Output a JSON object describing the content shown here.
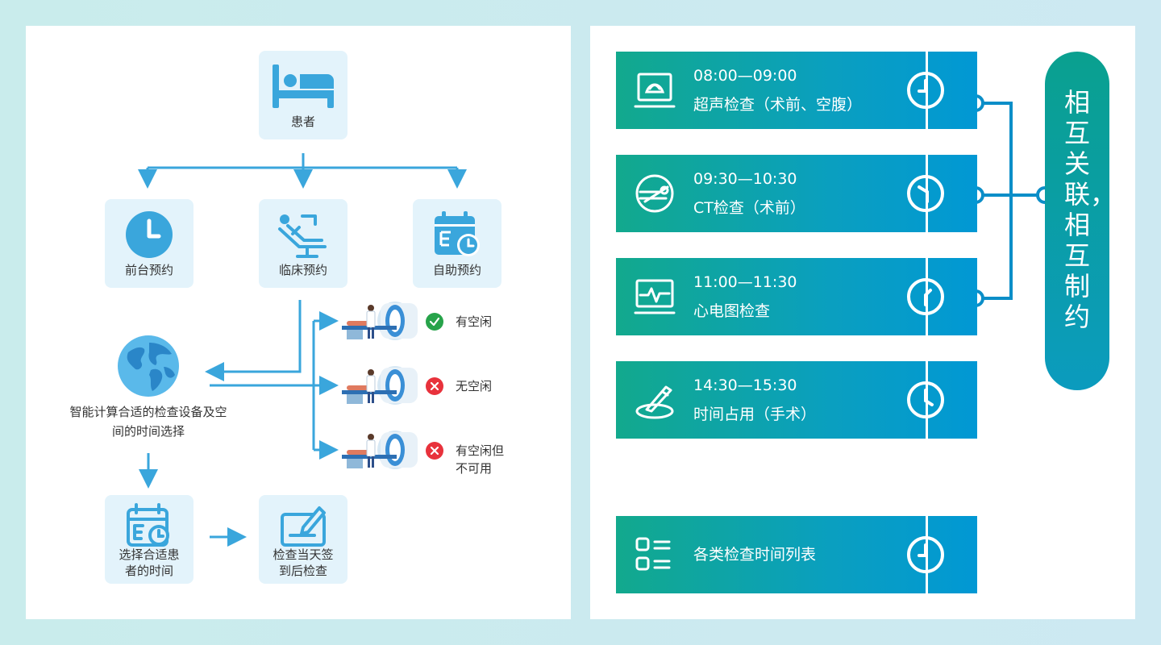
{
  "flow": {
    "patient": {
      "label": "患者",
      "icon": "bed-icon"
    },
    "front_desk": {
      "label": "前台预约",
      "icon": "clock-icon"
    },
    "clinical": {
      "label": "临床预约",
      "icon": "dental-chair-icon"
    },
    "self_service": {
      "label": "自助预约",
      "icon": "calendar-clock-icon"
    },
    "compute": {
      "label": "智能计算合适的检查设备及空间的时间选择",
      "icon": "globe-icon"
    },
    "select_time": {
      "label": "选择合适患者的时间",
      "icon": "calendar-clock-icon"
    },
    "checkin": {
      "label": "检查当天签到后检查",
      "icon": "sign-in-icon"
    },
    "machines": [
      {
        "status": "有空闲",
        "status_icon": "check-icon",
        "color": "#27a34a"
      },
      {
        "status": "无空闲",
        "status_icon": "x-icon",
        "color": "#e8323c"
      },
      {
        "status": "有空闲但不可用",
        "status_icon": "x-icon",
        "color": "#e8323c"
      }
    ]
  },
  "schedule": {
    "cards": [
      {
        "time": "08:00—09:00",
        "name": "超声检查（术前、空腹）",
        "icon": "ultrasound-icon",
        "clock_icon": "clock-icon"
      },
      {
        "time": "09:30—10:30",
        "name": "CT检查（术前）",
        "icon": "ct-scanner-icon",
        "clock_icon": "clock-icon"
      },
      {
        "time": "11:00—11:30",
        "name": "心电图检查",
        "icon": "ecg-monitor-icon",
        "clock_icon": "clock-icon"
      },
      {
        "time": "14:30—15:30",
        "name": "时间占用（手术）",
        "icon": "scalpel-icon",
        "clock_icon": "clock-icon"
      }
    ],
    "list_card": {
      "name": "各类检查时间列表",
      "icon": "list-icon",
      "clock_icon": "clock-icon"
    },
    "relation": "相互关联，相互制约",
    "colors": {
      "card_start": "#12a98d",
      "card_end": "#0198d4",
      "connector": "#0b8ec8"
    }
  }
}
